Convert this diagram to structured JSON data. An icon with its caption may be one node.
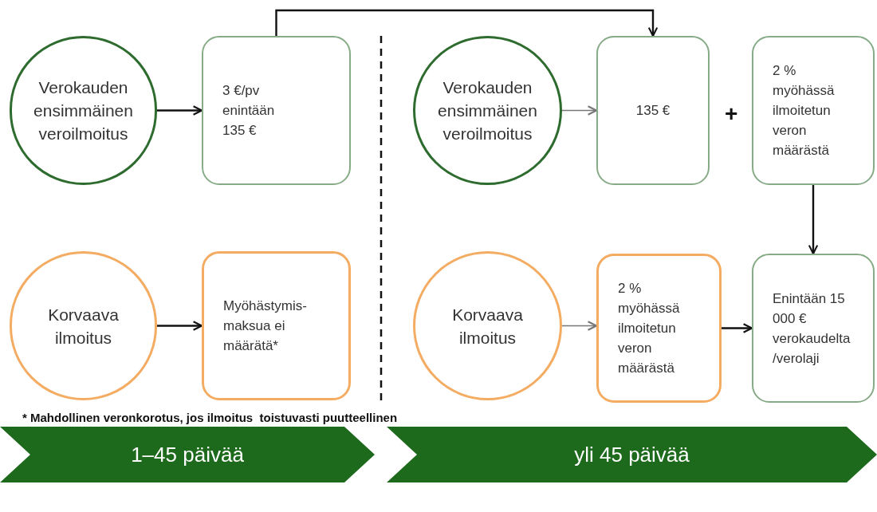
{
  "diagram": {
    "nodes": [
      {
        "text": [
          "Verokauden ensimmäinen veroilmoitus"
        ]
      },
      {
        "text": [
          "3 €/pv enintään 135 €"
        ]
      },
      {
        "text": [
          "Verokauden ensimmäinen veroilmoitus"
        ]
      },
      {
        "text": [
          "135 €"
        ]
      },
      {
        "text": [
          "2 % myöhässä ilmoitetun veron määrästä"
        ]
      },
      {
        "text": [
          "Korvaava ilmoitus"
        ]
      },
      {
        "text": [
          "Myöhästymis- maksua ei määrätä*"
        ]
      },
      {
        "text": [
          "Korvaava ilmoitus"
        ]
      },
      {
        "text": [
          "2 % myöhässä ilmoitetun veron määrästä"
        ]
      },
      {
        "text": [
          "Enintään 15 000 € verokaudelta /verolaji"
        ]
      },
      {
        "text": [
          "1–45 päivää"
        ]
      },
      {
        "text": [
          "yli 45 päivää"
        ]
      }
    ],
    "edges": [
      {
        "from": 0,
        "to": 1,
        "arrow": "to"
      },
      {
        "from": 1,
        "to": 3,
        "arrow": "to"
      },
      {
        "from": 2,
        "to": 3,
        "arrow": "to",
        "color": "#777777"
      },
      {
        "from": 4,
        "to": 9,
        "arrow": "to"
      },
      {
        "from": 5,
        "to": 6,
        "arrow": "to"
      },
      {
        "from": 7,
        "to": 8,
        "arrow": "to",
        "color": "#777777"
      },
      {
        "from": 8,
        "to": 9,
        "arrow": "to"
      }
    ],
    "labels": [
      "+",
      "* Mahdollinen veronkorotus, jos ilmoitus  toistuvasti puutteellinen"
    ]
  }
}
